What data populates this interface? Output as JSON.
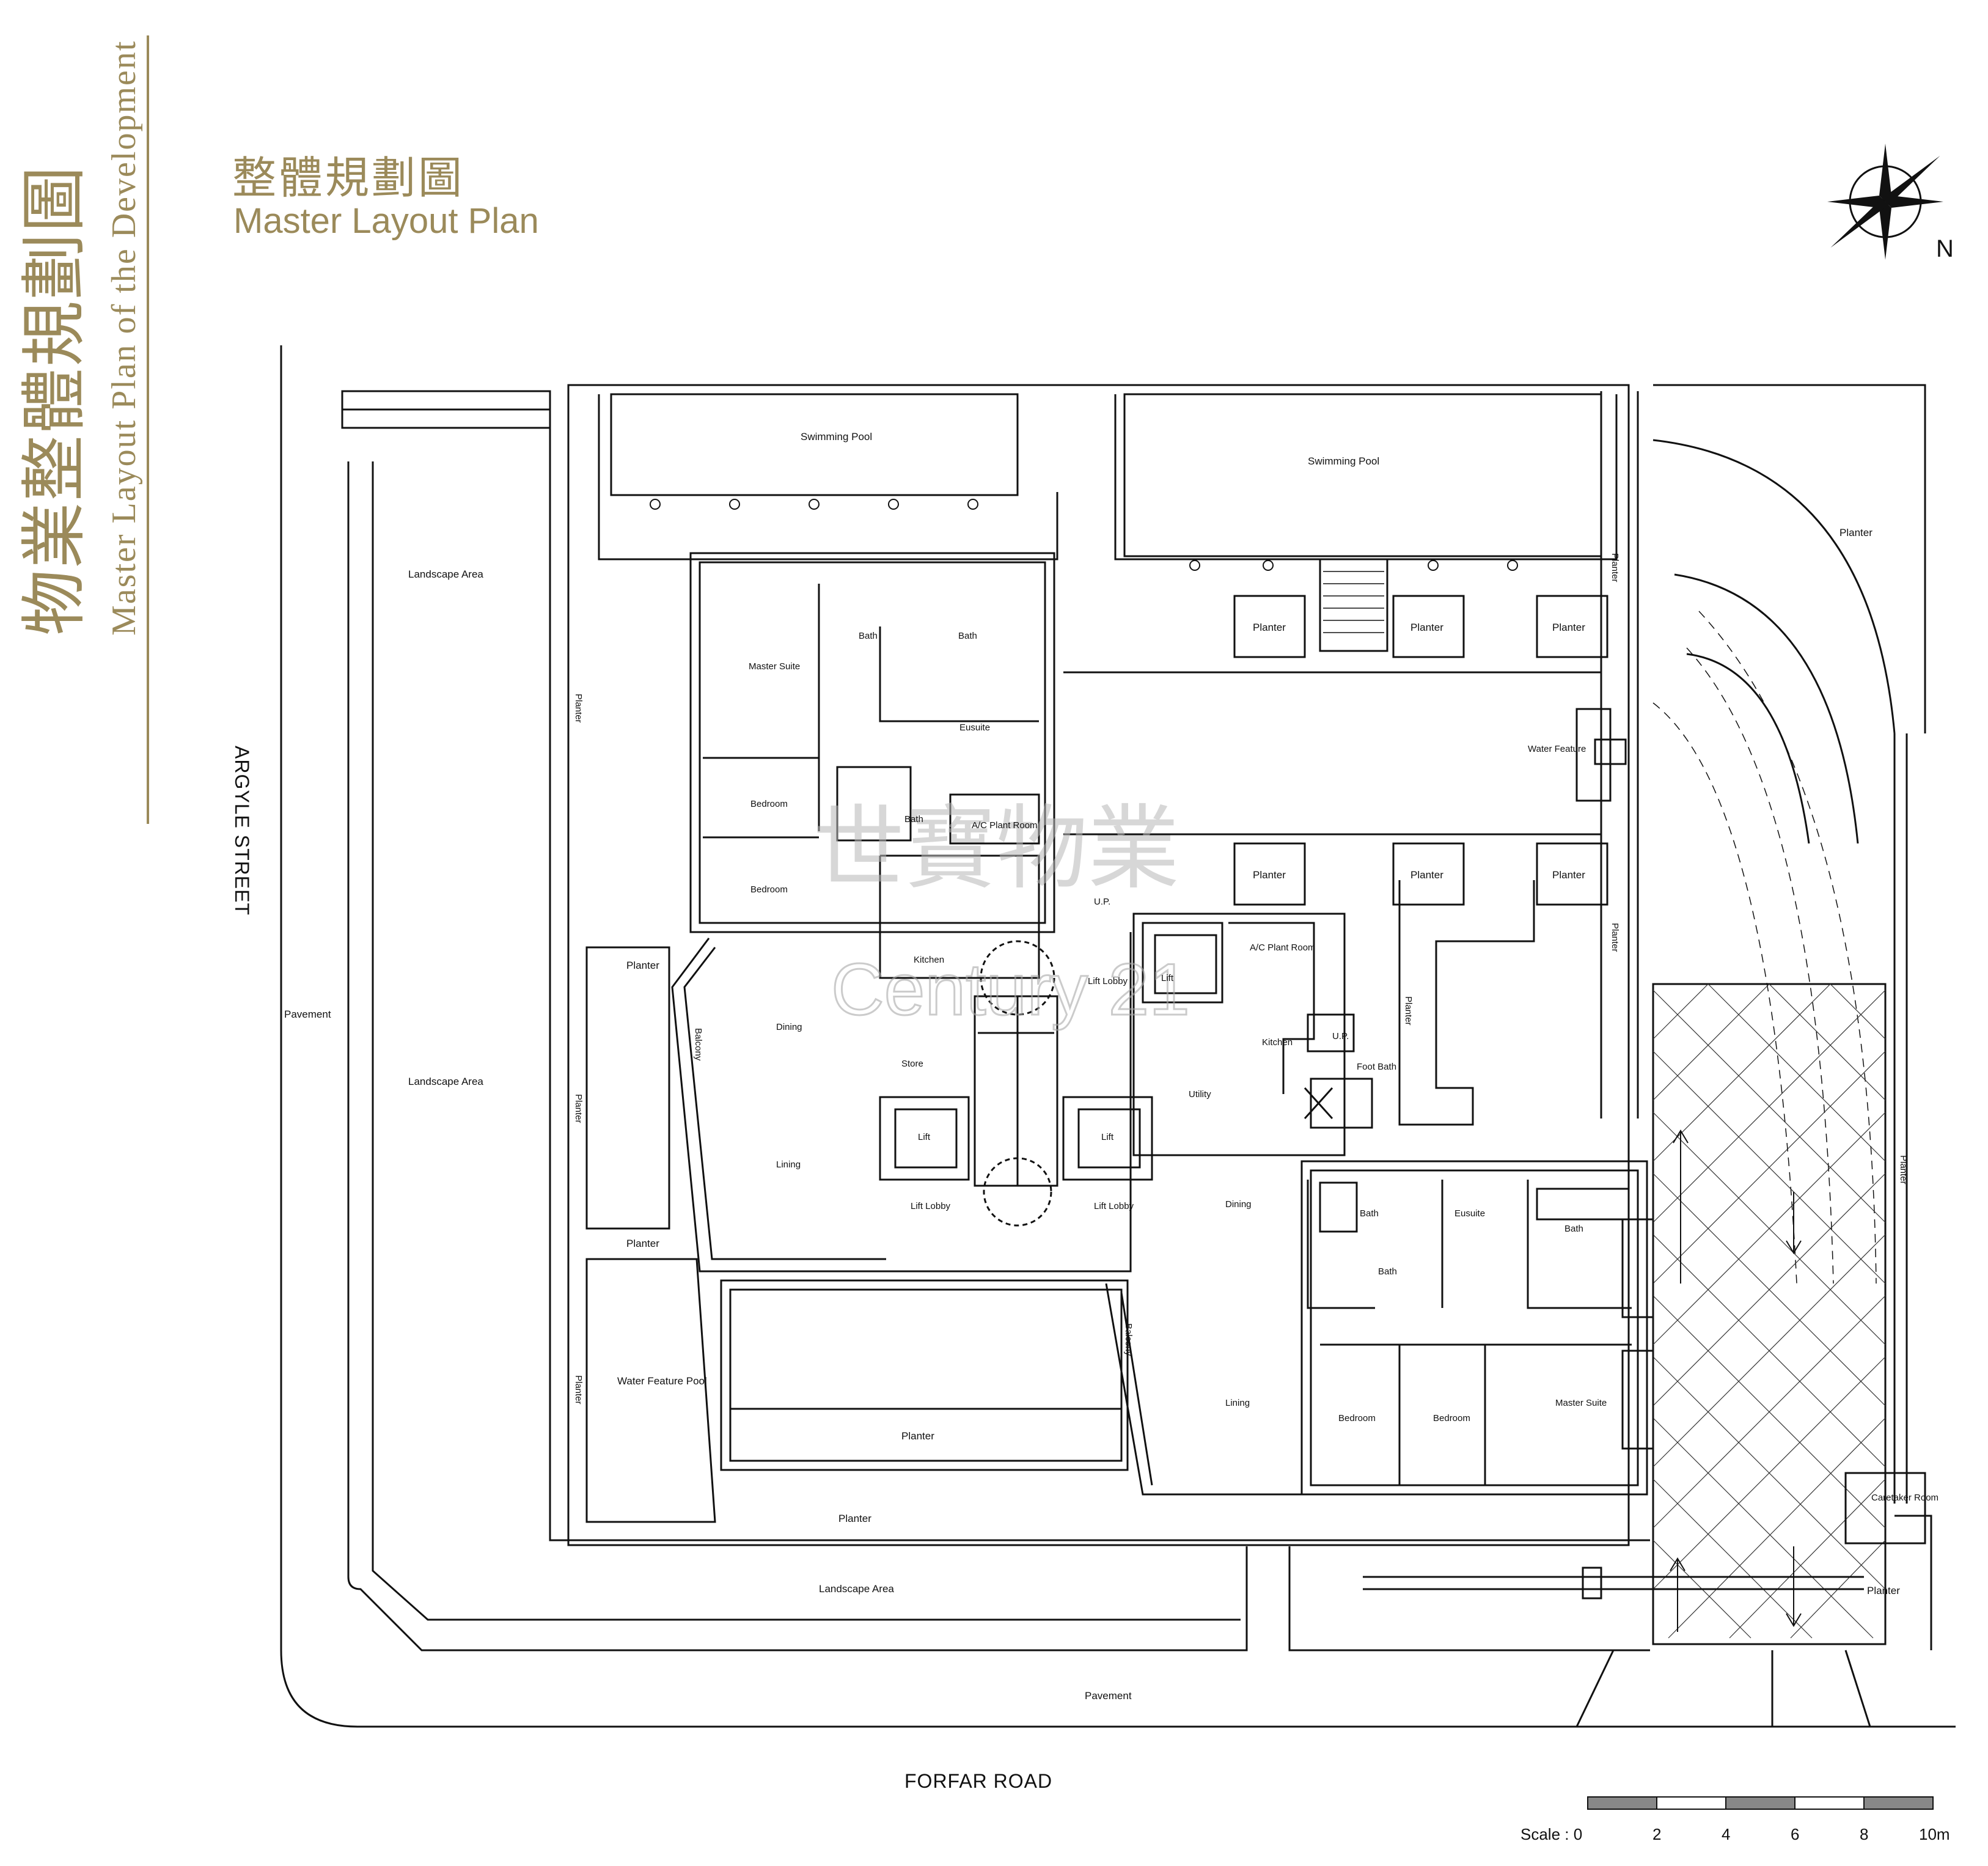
{
  "side_title": {
    "zh": "物業整體規劃圖",
    "en": "Master Layout Plan of the Development"
  },
  "heading": {
    "zh": "整體規劃圖",
    "en": "Master Layout Plan"
  },
  "compass": {
    "north_label": "N"
  },
  "streets": {
    "west": "ARGYLE STREET",
    "south": "FORFAR ROAD"
  },
  "labels": {
    "swimming_pool_1": "Swimming Pool",
    "swimming_pool_2": "Swimming Pool",
    "landscape_area_1": "Landscape Area",
    "landscape_area_2": "Landscape Area",
    "landscape_area_3": "Landscape Area",
    "pavement_west": "Pavement",
    "pavement_south": "Pavement",
    "planter_west_1": "Planter",
    "planter_west_2": "Planter",
    "planter_west_3": "Planter",
    "planter_h1": "Planter",
    "planter_h2": "Planter",
    "planter_bottom": "Planter",
    "planter_center": "Planter",
    "planter_box_1": "Planter",
    "planter_box_2": "Planter",
    "planter_box_3": "Planter",
    "planter_box_4": "Planter",
    "planter_box_5": "Planter",
    "planter_box_6": "Planter",
    "planter_v1": "Planter",
    "planter_v2": "Planter",
    "planter_v3": "Planter",
    "planter_east_1": "Planter",
    "planter_east_2": "Planter",
    "planter_east_3": "Planter",
    "water_feature": "Water Feature",
    "water_feature_pool": "Water Feature Pool",
    "caretaker_room": "Caretaker Room",
    "master_suite_a": "Master Suite",
    "bath_a1": "Bath",
    "bath_a2": "Bath",
    "bath_a3": "Bath",
    "ensuite_a": "Eusuite",
    "bedroom_a1": "Bedroom",
    "bedroom_a2": "Bedroom",
    "ac_plant_a": "A/C Plant Room",
    "kitchen_a": "Kitchen",
    "dining_a": "Dining",
    "lining_a": "Lining",
    "balcony_a": "Balcony",
    "store_a": "Store",
    "lift_a": "Lift",
    "lift_b": "Lift",
    "lift_c": "Lift",
    "lift_lobby_a": "Lift Lobby",
    "lift_lobby_b": "Lift Lobby",
    "lift_lobby_c": "Lift Lobby",
    "up_a": "U.P.",
    "up_b": "U.P.",
    "ac_plant_b": "A/C Plant Room",
    "kitchen_b": "Kitchen",
    "utility_b": "Utility",
    "foot_bath": "Foot Bath",
    "dining_b": "Dining",
    "lining_b": "Lining",
    "balcony_b": "Balcony",
    "bath_b1": "Bath",
    "bath_b2": "Bath",
    "bath_b3": "Bath",
    "ensuite_b": "Eusuite",
    "bedroom_b1": "Bedroom",
    "bedroom_b2": "Bedroom",
    "master_suite_b": "Master Suite"
  },
  "watermark": {
    "zh": "世寶物業",
    "en": "Century 21"
  },
  "scale_bar": {
    "prefix": "Scale : 0",
    "ticks": [
      "2",
      "4",
      "6",
      "8",
      "10m"
    ]
  }
}
